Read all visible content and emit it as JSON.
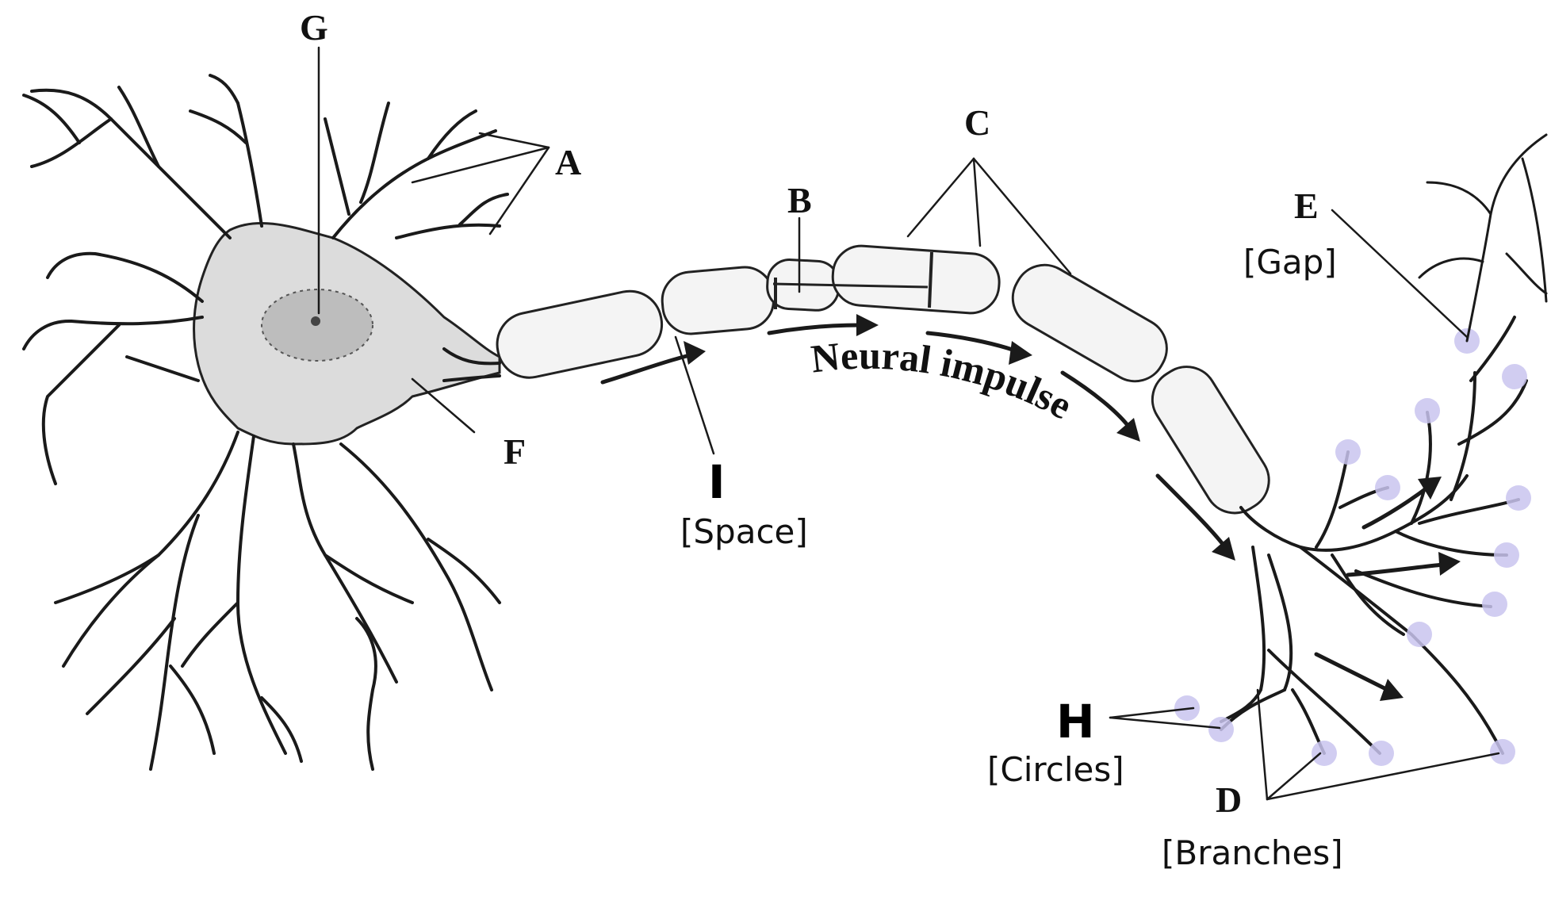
{
  "labels": {
    "A": "A",
    "B": "B",
    "C": "C",
    "D": "D",
    "E": "E",
    "F": "F",
    "G": "G",
    "H": "H",
    "I": "I"
  },
  "annotations": {
    "space": "[Space]",
    "gap": "[Gap]",
    "circles": "[Circles]",
    "branches": "[Branches]"
  },
  "impulse_text": "Neural impulse",
  "colors": {
    "ink": "#1a1a1a",
    "highlight": "#c9c4ee",
    "segment_fill": "#f4f4f4"
  }
}
